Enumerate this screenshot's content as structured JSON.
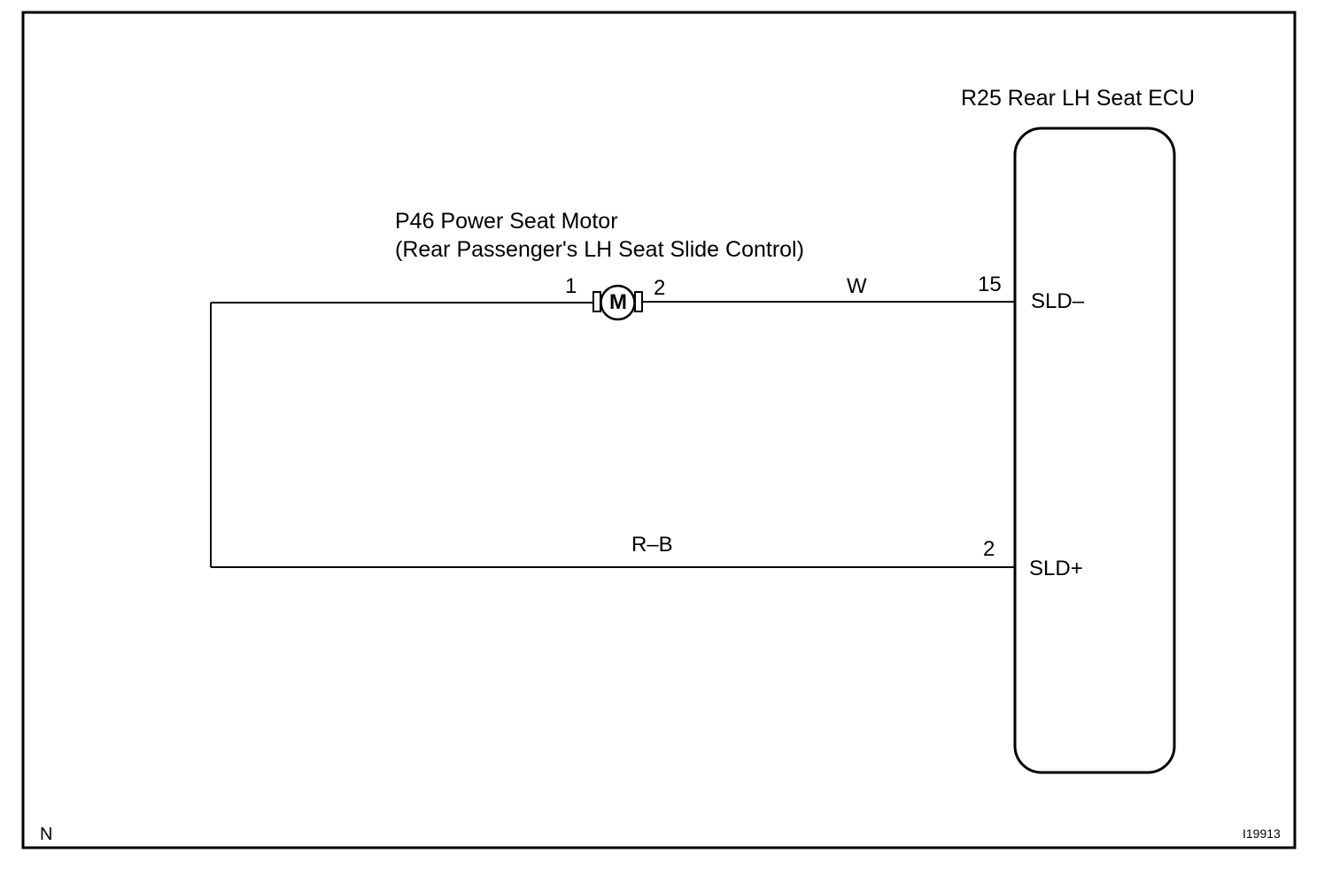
{
  "motor": {
    "name": "P46 Power Seat Motor",
    "description": "(Rear Passenger's LH Seat Slide Control)",
    "symbol": "M",
    "pin_left": "1",
    "pin_right": "2"
  },
  "ecu": {
    "name": "R25 Rear LH Seat ECU",
    "terminal_top_pin": "15",
    "terminal_top_name": "SLD–",
    "terminal_bottom_pin": "2",
    "terminal_bottom_name": "SLD+"
  },
  "wires": {
    "top_color": "W",
    "bottom_color": "R–B"
  },
  "footer": {
    "left_code": "N",
    "figure_id": "I19913"
  }
}
